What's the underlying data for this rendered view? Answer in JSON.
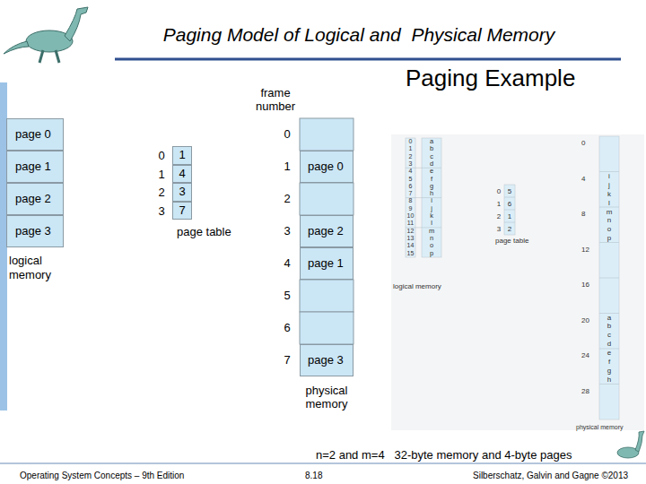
{
  "diagram": {
    "title": "Paging Model of Logical and  Physical Memory",
    "caption": "n=2 and m=4   32-byte memory and 4-byte pages",
    "nodes": [
      {
        "text": [
          "page 0"
        ]
      },
      {
        "text": [
          "page 1"
        ]
      },
      {
        "text": [
          "page 2"
        ]
      },
      {
        "text": [
          "page 3"
        ]
      },
      {
        "text": [
          "1"
        ]
      },
      {
        "text": [
          "4"
        ]
      },
      {
        "text": [
          "3"
        ]
      },
      {
        "text": [
          "7"
        ]
      },
      {
        "text": [
          "page 0"
        ]
      },
      {
        "text": [
          "page 2"
        ]
      },
      {
        "text": [
          "page 1"
        ]
      },
      {
        "text": [
          "page 3"
        ]
      }
    ],
    "labels": [
      "Paging Example",
      "0",
      "1",
      "2",
      "3",
      "page table",
      "logical memory",
      "frame number",
      "0",
      "1",
      "2",
      "3",
      "4",
      "5",
      "6",
      "7",
      "physical memory",
      "0",
      "1",
      "2",
      "3",
      "4",
      "5",
      "6",
      "7",
      "8",
      "9",
      "10",
      "11",
      "12",
      "13",
      "14",
      "15",
      "a",
      "b",
      "c",
      "d",
      "e",
      "f",
      "g",
      "h",
      "i",
      "j",
      "k",
      "l",
      "m",
      "n",
      "o",
      "p",
      "logical memory",
      "0",
      "1",
      "2",
      "3",
      "5",
      "6",
      "1",
      "2",
      "page table",
      "0",
      "4",
      "8",
      "12",
      "16",
      "20",
      "24",
      "28",
      "i",
      "j",
      "k",
      "l",
      "m",
      "n",
      "o",
      "p",
      "a",
      "b",
      "c",
      "d",
      "e",
      "f",
      "g",
      "h",
      "physical memory",
      "Operating System Concepts – 9th Edition",
      "8.18",
      "Silberschatz, Galvin and Gagne ©2013"
    ]
  }
}
